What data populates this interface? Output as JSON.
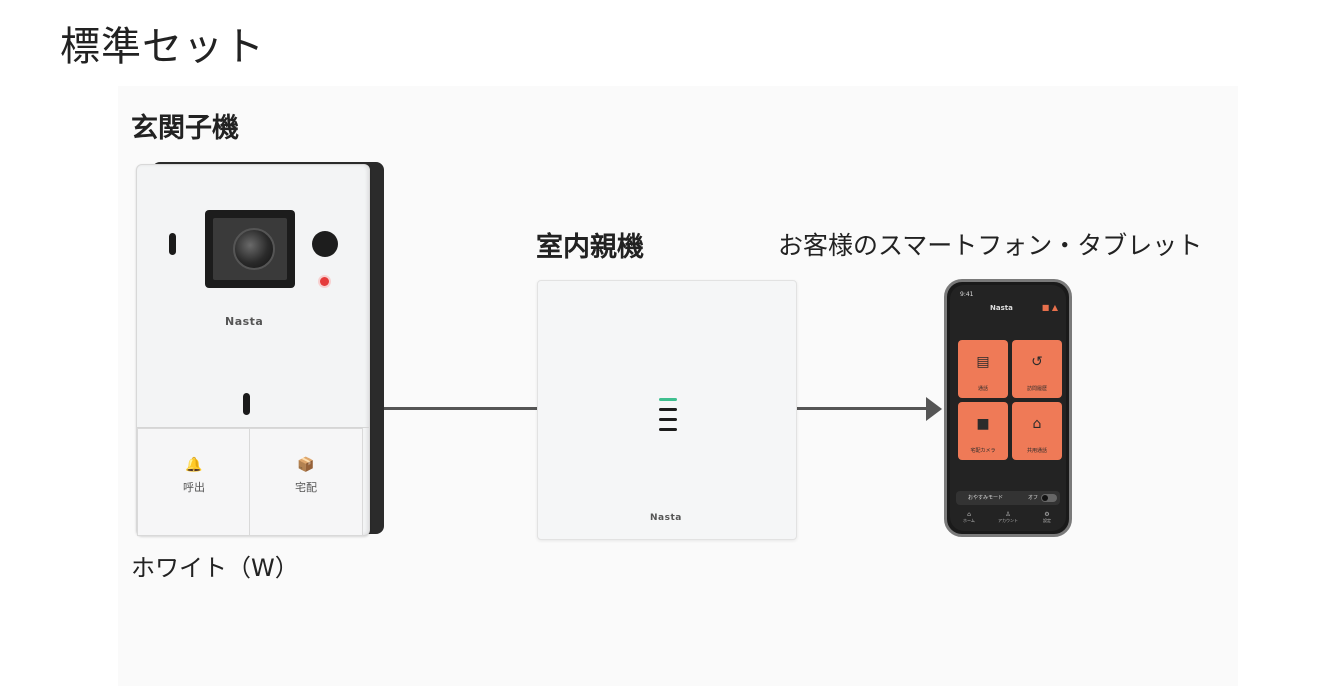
{
  "page": {
    "title": "標準セット"
  },
  "labels": {
    "door_unit": "玄関子機",
    "indoor_unit": "室内親機",
    "smartphone": "お客様のスマートフォン・タブレット",
    "color": "ホワイト（W）"
  },
  "door_unit": {
    "brand": "Nasta",
    "buttons": [
      {
        "icon": "🔔",
        "label": "呼出"
      },
      {
        "icon": "📦",
        "label": "宅配"
      }
    ]
  },
  "indoor_unit": {
    "brand": "Nasta"
  },
  "phone_app": {
    "time": "9:41",
    "brand": "Nasta",
    "tiles": [
      {
        "icon": "▤",
        "label": "通話"
      },
      {
        "icon": "↺",
        "label": "訪問履歴"
      },
      {
        "icon": "■",
        "label": "宅配カメラ"
      },
      {
        "icon": "⌂",
        "label": "共用通話"
      }
    ],
    "mode_label": "おやすみモード",
    "mode_state": "オフ",
    "tabs": [
      "ホーム",
      "アカウント",
      "設定"
    ]
  },
  "colors": {
    "tile": "#ef7a57",
    "led": "#e53b3b",
    "indicator": "#3fbf8f"
  }
}
